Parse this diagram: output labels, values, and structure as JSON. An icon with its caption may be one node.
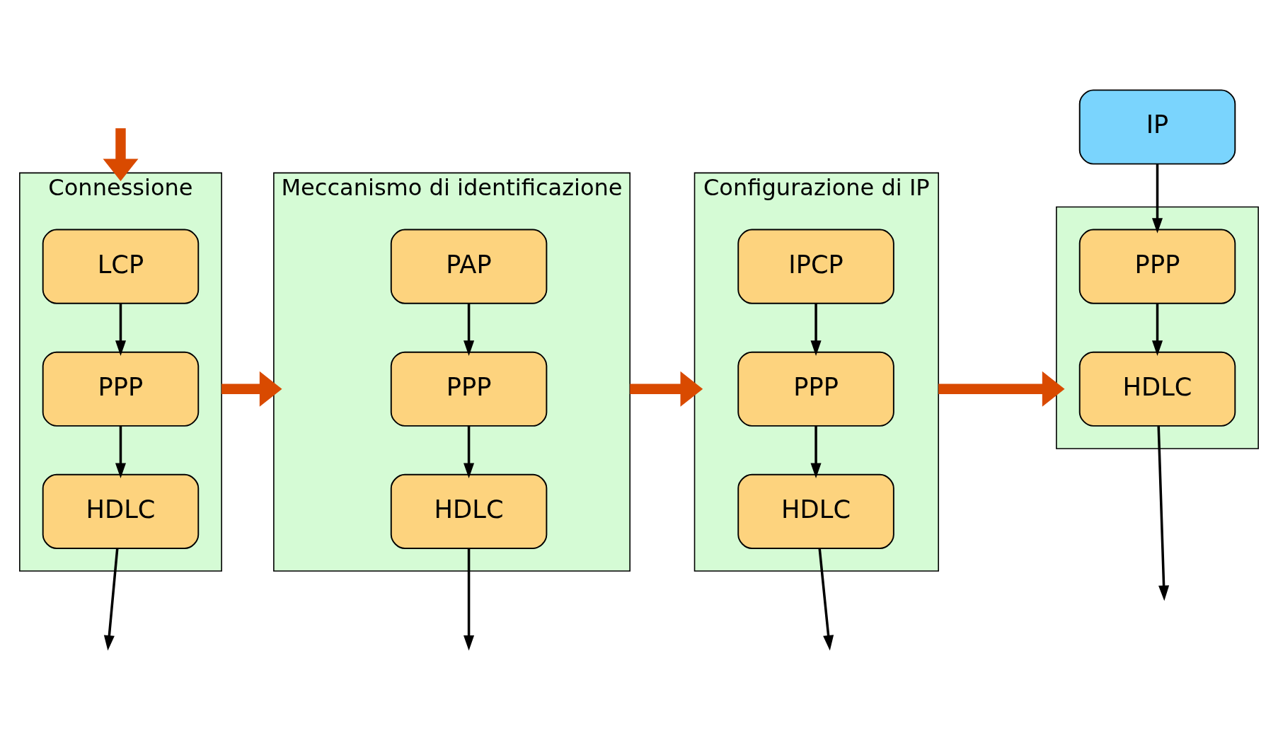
{
  "diagram": {
    "nodes": [
      {
        "text": [
          "Connessione"
        ]
      },
      {
        "text": [
          "LCP"
        ],
        "in": 0
      },
      {
        "text": [
          "PPP"
        ],
        "in": 0
      },
      {
        "text": [
          "HDLC"
        ],
        "in": 0
      },
      {
        "text": [
          "Meccanismo di identificazione"
        ]
      },
      {
        "text": [
          "PAP"
        ],
        "in": 4
      },
      {
        "text": [
          "PPP"
        ],
        "in": 4
      },
      {
        "text": [
          "HDLC"
        ],
        "in": 4
      },
      {
        "text": [
          "Configurazione di IP"
        ]
      },
      {
        "text": [
          "IPCP"
        ],
        "in": 8
      },
      {
        "text": [
          "PPP"
        ],
        "in": 8
      },
      {
        "text": [
          "HDLC"
        ],
        "in": 8
      },
      {
        "text": [
          "IP"
        ]
      },
      {
        "text": [],
        "shape": "box"
      },
      {
        "text": [
          "PPP"
        ],
        "in": 13
      },
      {
        "text": [
          "HDLC"
        ],
        "in": 13
      }
    ],
    "edges": [
      {
        "from": null,
        "to": 0,
        "arrow": "to",
        "style": "thick",
        "color": "#d94a00"
      },
      {
        "from": 1,
        "to": 2,
        "arrow": "to"
      },
      {
        "from": 2,
        "to": 3,
        "arrow": "to"
      },
      {
        "from": 3,
        "to": null,
        "arrow": "to"
      },
      {
        "from": 0,
        "to": 4,
        "arrow": "to",
        "style": "thick",
        "color": "#d94a00"
      },
      {
        "from": 5,
        "to": 6,
        "arrow": "to"
      },
      {
        "from": 6,
        "to": 7,
        "arrow": "to"
      },
      {
        "from": 7,
        "to": null,
        "arrow": "to"
      },
      {
        "from": 4,
        "to": 8,
        "arrow": "to",
        "style": "thick",
        "color": "#d94a00"
      },
      {
        "from": 9,
        "to": 10,
        "arrow": "to"
      },
      {
        "from": 10,
        "to": 11,
        "arrow": "to"
      },
      {
        "from": 11,
        "to": null,
        "arrow": "to"
      },
      {
        "from": 8,
        "to": 13,
        "arrow": "to",
        "style": "thick",
        "color": "#d94a00"
      },
      {
        "from": 12,
        "to": 14,
        "arrow": "to"
      },
      {
        "from": 14,
        "to": 15,
        "arrow": "to"
      },
      {
        "from": 15,
        "to": null,
        "arrow": "to"
      }
    ]
  }
}
